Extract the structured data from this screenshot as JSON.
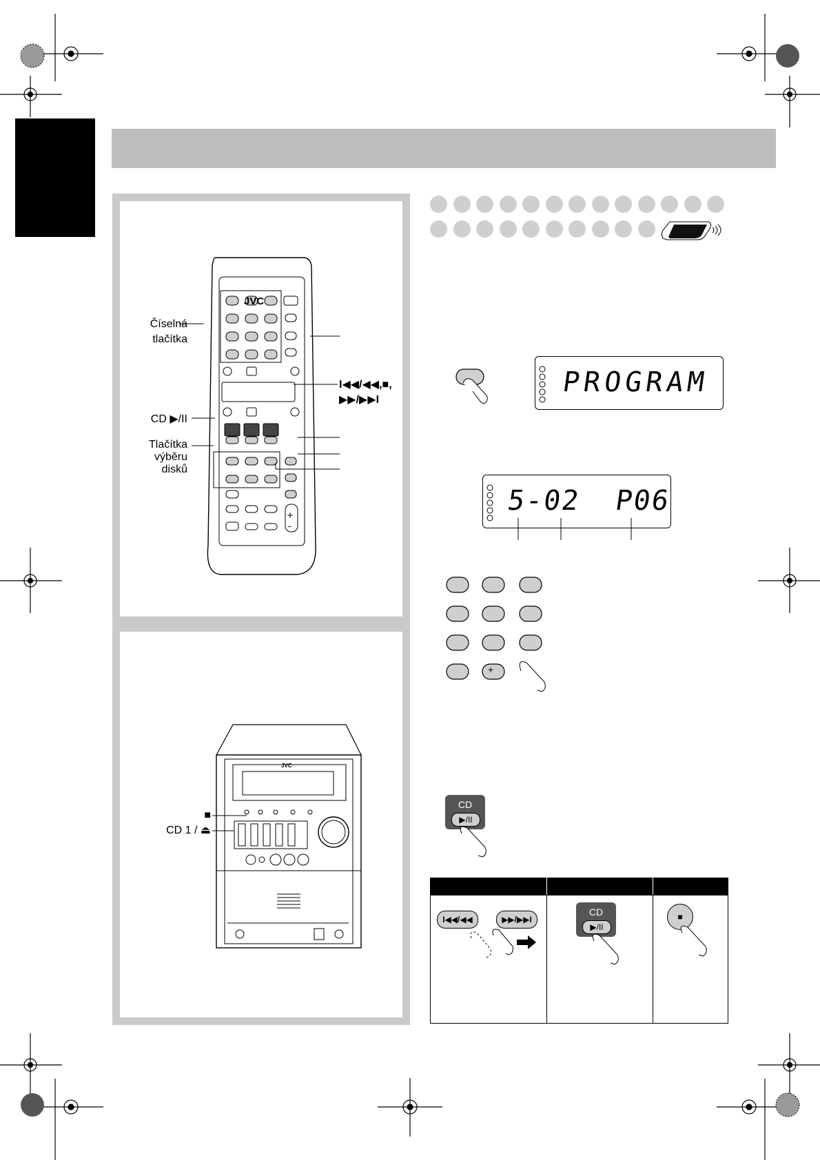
{
  "remote": {
    "brand": "JVC",
    "labels": {
      "numeric_line1": "Číselná",
      "numeric_line2": "tlačítka",
      "skip_line1": "I◀◀/◀◀,■,",
      "skip_line2": "▶▶/▶▶I",
      "cd_play": "CD ▶/II",
      "disc_line1": "Tlačítka",
      "disc_line2": "výběru",
      "disc_line3": "disků"
    }
  },
  "unit": {
    "brand": "JVC",
    "labels": {
      "stop": "■",
      "cd1_eject": "CD 1 / ⏏"
    }
  },
  "display_program": {
    "text": "PROGRAM"
  },
  "display_step": {
    "text": "5-02  P06"
  },
  "cd_button": {
    "label": "CD",
    "play_pause": "▶/II"
  },
  "numpad": {
    "plus_key": "+"
  },
  "table": {
    "skip_button_left": "I◀◀/◀◀",
    "skip_button_right": "▶▶/▶▶I",
    "cd_label": "CD",
    "play_pause": "▶/II",
    "stop_symbol": "■"
  },
  "colors": {
    "header_bar": "#bdbdbd",
    "panel_border": "#c9c9c9",
    "black_tab": "#000000"
  }
}
